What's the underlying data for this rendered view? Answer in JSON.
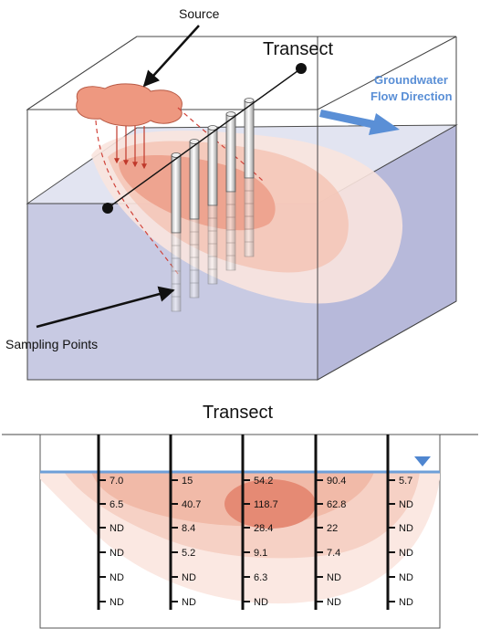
{
  "labels": {
    "source": "Source",
    "transect_top": "Transect",
    "groundwater_line1": "Groundwater",
    "groundwater_line2": "Flow Direction",
    "sampling_points": "Sampling Points",
    "transect_section_title": "Transect"
  },
  "colors": {
    "plume_light": "#f9e2da",
    "plume_mid": "#f3c1b1",
    "plume_core": "#e9907a",
    "source": "#ee9880",
    "water_table": "#6e9fd8",
    "aquifer": "#c9cbe4",
    "arrow_blue": "#5a8fd6"
  },
  "transect": {
    "wells": [
      {
        "values": [
          "7.0",
          "6.5",
          "ND",
          "ND",
          "ND",
          "ND"
        ]
      },
      {
        "values": [
          "15",
          "40.7",
          "8.4",
          "5.2",
          "ND",
          "ND"
        ]
      },
      {
        "values": [
          "54.2",
          "118.7",
          "28.4",
          "9.1",
          "6.3",
          "ND"
        ]
      },
      {
        "values": [
          "90.4",
          "62.8",
          "22",
          "7.4",
          "ND",
          "ND"
        ]
      },
      {
        "values": [
          "5.7",
          "ND",
          "ND",
          "ND",
          "ND",
          "ND"
        ]
      }
    ]
  }
}
